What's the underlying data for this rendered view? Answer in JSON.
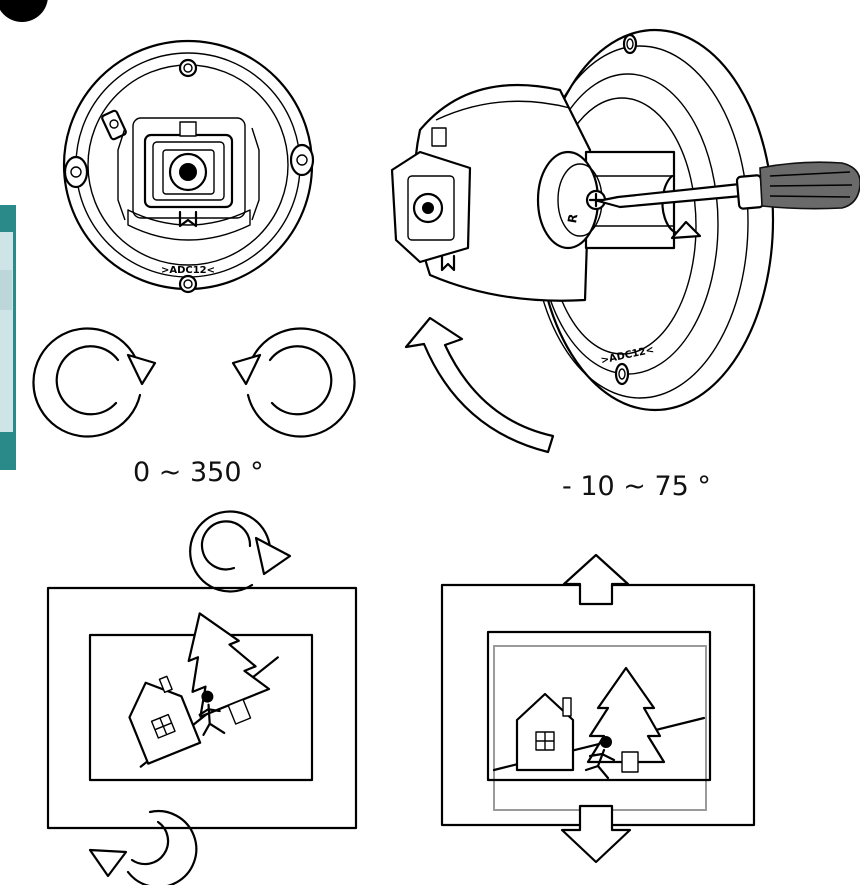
{
  "labels": {
    "pan_range": "0 ~ 350 °",
    "tilt_range": "- 10 ~ 75 °",
    "model_mark": ">ADC12<",
    "dial_letter": "R"
  },
  "colors": {
    "line": "#000000",
    "background": "#ffffff",
    "frame_gray": "#9a9a9a",
    "screwdriver_handle": "#6a6a6a",
    "left_strip": "#2a8a8a"
  },
  "icons": [
    "step-badge-icon",
    "rotate-clockwise-icon",
    "rotate-counterclockwise-icon",
    "tilt-arrow-icon",
    "arrow-up-icon",
    "arrow-down-icon",
    "screwdriver-icon",
    "house-icon",
    "tree-icon",
    "running-person-icon"
  ]
}
